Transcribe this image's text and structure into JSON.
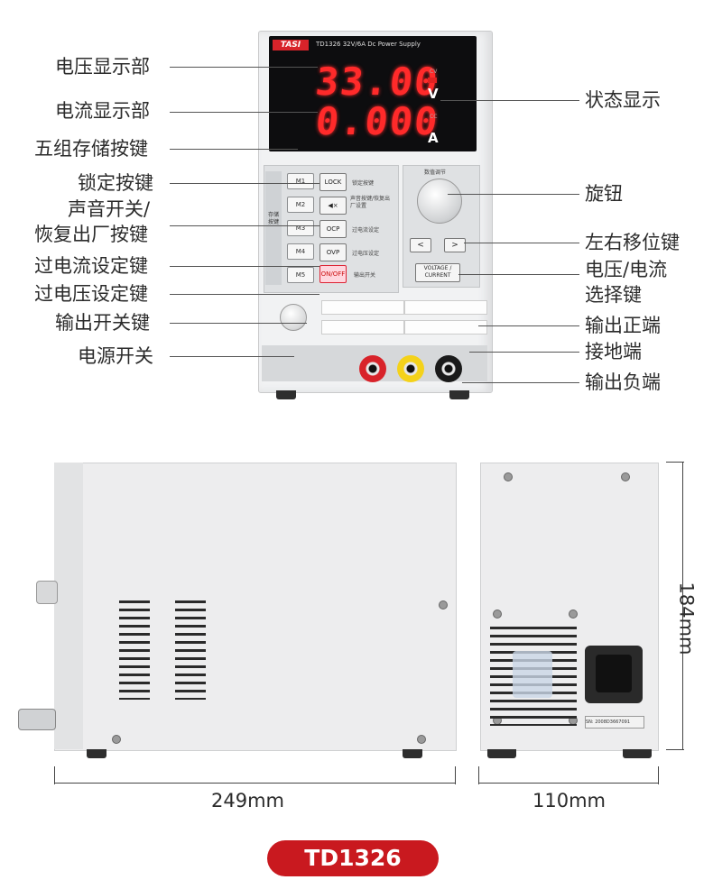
{
  "product": {
    "brand": "TASI",
    "model_text": "TD1326 32V/6A Dc Power Supply",
    "model_badge": "TD1326"
  },
  "display": {
    "voltage_digits": "33.00",
    "voltage_unit": "V",
    "current_digits": "0.000",
    "current_unit": "A",
    "cv_text": "CV",
    "cc_text": "CC"
  },
  "front_buttons": {
    "memory": [
      "M1",
      "M2",
      "M3",
      "M4",
      "M5"
    ],
    "memory_group_label": "存储按键",
    "lock": "LOCK",
    "lock_desc": "锁定按键",
    "sound": "◀×",
    "sound_desc": "声音按键/恢复出厂设置",
    "ocp": "OCP",
    "ocp_desc": "过电流设定",
    "ovp": "OVP",
    "ovp_desc": "过电压设定",
    "onoff": "ON/OFF",
    "onoff_desc": "输出开关",
    "knob_title": "数值调节",
    "left": "<",
    "right": ">",
    "vc_line1": "VOLTAGE /",
    "vc_line2": "CURRENT"
  },
  "callouts_left": {
    "voltage_display": "电压显示部",
    "current_display": "电流显示部",
    "memory_keys": "五组存储按键",
    "lock_key": "锁定按键",
    "sound_line1": "声音开关/",
    "sound_line2": "恢复出厂按键",
    "ocp_key": "过电流设定键",
    "ovp_key": "过电压设定键",
    "output_switch": "输出开关键",
    "power_switch": "电源开关"
  },
  "callouts_right": {
    "status": "状态显示",
    "knob": "旋钮",
    "shift_keys": "左右移位键",
    "vc_line1": "电压/电流",
    "vc_line2": "选择键",
    "pos_out": "输出正端",
    "ground": "接地端",
    "neg_out": "输出负端"
  },
  "rear": {
    "sn_text": "SN: 2008D3667091"
  },
  "dimensions": {
    "depth": "249mm",
    "width": "110mm",
    "height": "184mm"
  },
  "colors": {
    "accent_red": "#c9191f",
    "display_red": "#ff2a2a"
  }
}
